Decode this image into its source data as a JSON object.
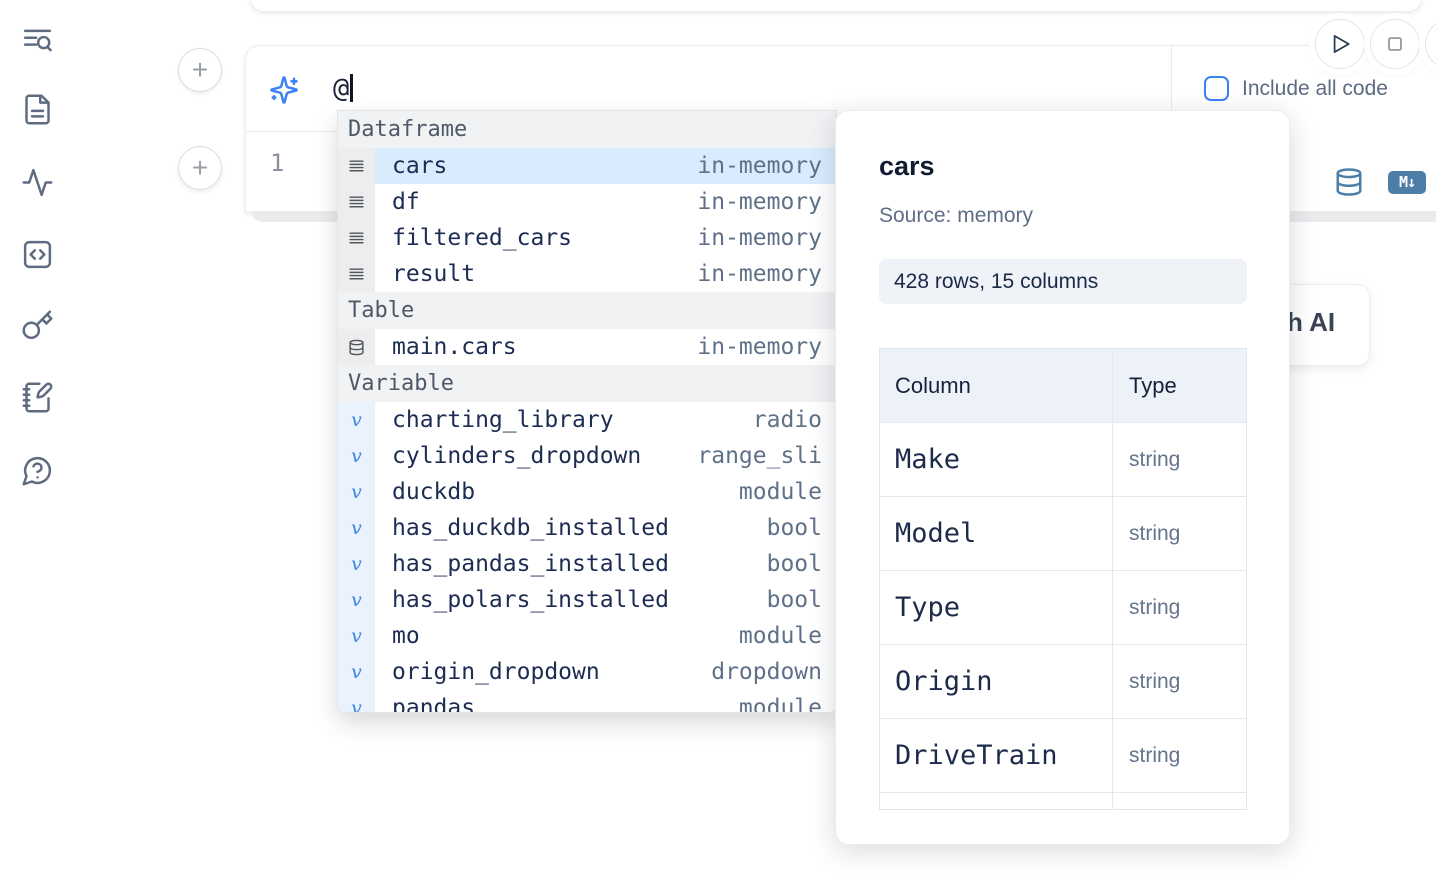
{
  "sidebar": {
    "icons": [
      "text-search-icon",
      "file-text-icon",
      "activity-icon",
      "code-square-icon",
      "key-icon",
      "notebook-pen-icon",
      "help-circle-icon"
    ]
  },
  "toolbar": {
    "play_icon": "play-icon",
    "stop_icon": "stop-icon"
  },
  "ai_cell": {
    "prompt_value": "@",
    "include_all_code_label": "Include all code",
    "line_number": "1",
    "markdown_badge": "M↓"
  },
  "ai_generate_button": {
    "visible_label": "h AI"
  },
  "autocomplete": {
    "sections": [
      {
        "label": "Dataframe",
        "kind": "dataframe",
        "items": [
          {
            "name": "cars",
            "value": "in-memory",
            "selected": true
          },
          {
            "name": "df",
            "value": "in-memory"
          },
          {
            "name": "filtered_cars",
            "value": "in-memory"
          },
          {
            "name": "result",
            "value": "in-memory"
          }
        ]
      },
      {
        "label": "Table",
        "kind": "table",
        "items": [
          {
            "name": "main.cars",
            "value": "in-memory"
          }
        ]
      },
      {
        "label": "Variable",
        "kind": "variable",
        "items": [
          {
            "name": "charting_library",
            "value": "radio"
          },
          {
            "name": "cylinders_dropdown",
            "value": "range_sli"
          },
          {
            "name": "duckdb",
            "value": "module"
          },
          {
            "name": "has_duckdb_installed",
            "value": "bool"
          },
          {
            "name": "has_pandas_installed",
            "value": "bool"
          },
          {
            "name": "has_polars_installed",
            "value": "bool"
          },
          {
            "name": "mo",
            "value": "module"
          },
          {
            "name": "origin_dropdown",
            "value": "dropdown"
          },
          {
            "name": "pandas",
            "value": "module"
          }
        ]
      }
    ]
  },
  "preview_panel": {
    "title": "cars",
    "source": "Source: memory",
    "shape": "428 rows, 15 columns",
    "table": {
      "headers": [
        "Column",
        "Type"
      ],
      "rows": [
        {
          "column": "Make",
          "type": "string"
        },
        {
          "column": "Model",
          "type": "string"
        },
        {
          "column": "Type",
          "type": "string"
        },
        {
          "column": "Origin",
          "type": "string"
        },
        {
          "column": "DriveTrain",
          "type": "string"
        }
      ]
    }
  },
  "colors": {
    "accent_blue": "#3b82f6",
    "steel_blue": "#4d7ea8",
    "selected_row": "#d9ecfd",
    "icon_slate": "#5f6b80"
  }
}
